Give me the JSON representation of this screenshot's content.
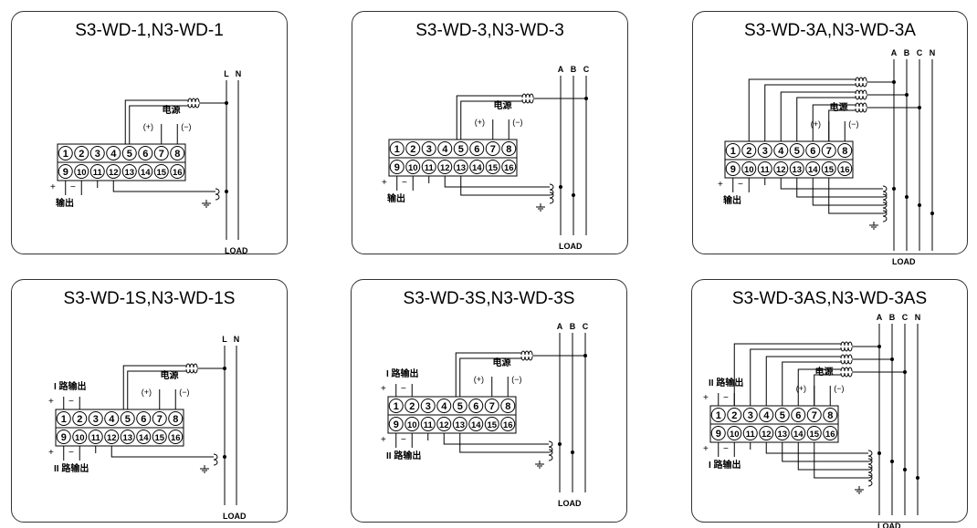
{
  "panels": [
    {
      "title": "S3-WD-1,N3-WD-1",
      "kind": "single",
      "lines": [
        "L",
        "N"
      ],
      "power_label": "电源",
      "power_plus": "(+)",
      "power_minus": "(−)",
      "output_top": "",
      "output_bottom": "输出",
      "output_bottom_plus": "+",
      "output_bottom_minus": "−",
      "load_label": "LOAD",
      "terminals_top": [
        "1",
        "2",
        "3",
        "4",
        "5",
        "6",
        "7",
        "8"
      ],
      "terminals_bottom": [
        "9",
        "10",
        "11",
        "12",
        "13",
        "14",
        "15",
        "16"
      ]
    },
    {
      "title": "S3-WD-3,N3-WD-3",
      "kind": "three",
      "lines": [
        "A",
        "B",
        "C"
      ],
      "power_label": "电源",
      "power_plus": "(+)",
      "power_minus": "(−)",
      "output_top": "",
      "output_bottom": "输出",
      "output_bottom_plus": "+",
      "output_bottom_minus": "−",
      "load_label": "LOAD",
      "terminals_top": [
        "1",
        "2",
        "3",
        "4",
        "5",
        "6",
        "7",
        "8"
      ],
      "terminals_bottom": [
        "9",
        "10",
        "11",
        "12",
        "13",
        "14",
        "15",
        "16"
      ]
    },
    {
      "title": "S3-WD-3A,N3-WD-3A",
      "kind": "four",
      "lines": [
        "A",
        "B",
        "C",
        "N"
      ],
      "power_label": "电源",
      "power_plus": "(+)",
      "power_minus": "(−)",
      "output_top": "",
      "output_bottom": "输出",
      "output_bottom_plus": "+",
      "output_bottom_minus": "−",
      "load_label": "LOAD",
      "terminals_top": [
        "1",
        "2",
        "3",
        "4",
        "5",
        "6",
        "7",
        "8"
      ],
      "terminals_bottom": [
        "9",
        "10",
        "11",
        "12",
        "13",
        "14",
        "15",
        "16"
      ]
    },
    {
      "title": "S3-WD-1S,N3-WD-1S",
      "kind": "single",
      "lines": [
        "L",
        "N"
      ],
      "power_label": "电源",
      "power_plus": "(+)",
      "power_minus": "(−)",
      "output_top": "I 路输出",
      "output_top_plus": "+",
      "output_top_minus": "−",
      "output_bottom": "II 路输出",
      "output_bottom_plus": "+",
      "output_bottom_minus": "−",
      "load_label": "LOAD",
      "terminals_top": [
        "1",
        "2",
        "3",
        "4",
        "5",
        "6",
        "7",
        "8"
      ],
      "terminals_bottom": [
        "9",
        "10",
        "11",
        "12",
        "13",
        "14",
        "15",
        "16"
      ]
    },
    {
      "title": "S3-WD-3S,N3-WD-3S",
      "kind": "three",
      "lines": [
        "A",
        "B",
        "C"
      ],
      "power_label": "电源",
      "power_plus": "(+)",
      "power_minus": "(−)",
      "output_top": "I 路输出",
      "output_top_plus": "+",
      "output_top_minus": "−",
      "output_bottom": "II 路输出",
      "output_bottom_plus": "+",
      "output_bottom_minus": "−",
      "load_label": "LOAD",
      "terminals_top": [
        "1",
        "2",
        "3",
        "4",
        "5",
        "6",
        "7",
        "8"
      ],
      "terminals_bottom": [
        "9",
        "10",
        "11",
        "12",
        "13",
        "14",
        "15",
        "16"
      ]
    },
    {
      "title": "S3-WD-3AS,N3-WD-3AS",
      "kind": "four",
      "lines": [
        "A",
        "B",
        "C",
        "N"
      ],
      "power_label": "电源",
      "power_plus": "(+)",
      "power_minus": "(−)",
      "output_top": "II 路输出",
      "output_top_plus": "+",
      "output_top_minus": "−",
      "output_bottom": "I 路输出",
      "output_bottom_plus": "+",
      "output_bottom_minus": "−",
      "load_label": "LOAD",
      "terminals_top": [
        "1",
        "2",
        "3",
        "4",
        "5",
        "6",
        "7",
        "8"
      ],
      "terminals_bottom": [
        "9",
        "10",
        "11",
        "12",
        "13",
        "14",
        "15",
        "16"
      ]
    }
  ]
}
